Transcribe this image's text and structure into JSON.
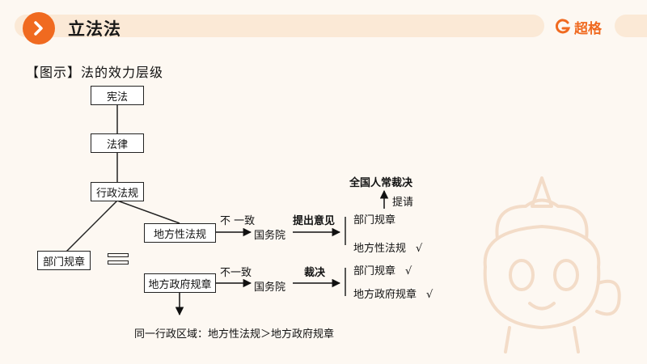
{
  "header": {
    "title": "立法法",
    "brand": "超格"
  },
  "caption": "【图示】法的效力层级",
  "hierarchy": {
    "constitution": "宪法",
    "law": "法律",
    "admin_regulation": "行政法规",
    "dept_rules": "部门规章",
    "local_regulation": "地方性法规",
    "local_gov_rules": "地方政府规章"
  },
  "upper_flow": {
    "inconsistent": "不 一致",
    "state_council": "国务院",
    "action": "提出意见",
    "option_dept": "部门规章",
    "option_local": "地方性法规",
    "option_local_check": "√",
    "request": "提请",
    "npc": "全国人常裁决"
  },
  "lower_flow": {
    "inconsistent": "不一致",
    "state_council": "国务院",
    "action": "裁决",
    "option_dept": "部门规章",
    "option_dept_check": "√",
    "option_local_gov": "地方政府规章",
    "option_local_gov_check": "√"
  },
  "footnote": "同一行政区域：地方性法规＞地方政府规章",
  "colors": {
    "accent": "#f06a20",
    "header_bg": "#fbe9d6",
    "page_bg": "#fdf8f2"
  }
}
